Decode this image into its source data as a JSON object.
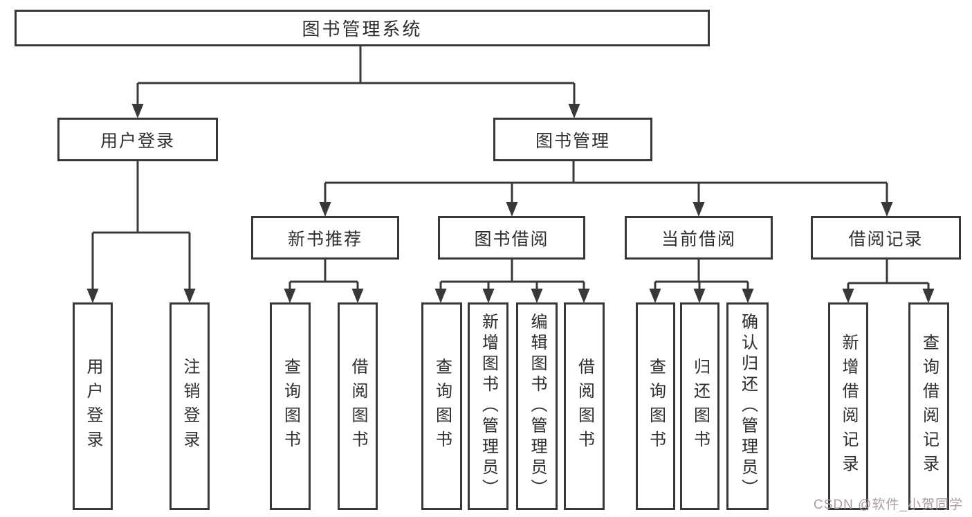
{
  "tree": {
    "label": "图书管理系统",
    "children": [
      {
        "label": "用户登录",
        "children": [
          {
            "label": "用户登录"
          },
          {
            "label": "注销登录"
          }
        ]
      },
      {
        "label": "图书管理",
        "children": [
          {
            "label": "新书推荐",
            "children": [
              {
                "label": "查询图书"
              },
              {
                "label": "借阅图书"
              }
            ]
          },
          {
            "label": "图书借阅",
            "children": [
              {
                "label": "查询图书"
              },
              {
                "label": "新增图书（管理员）"
              },
              {
                "label": "编辑图书（管理员）"
              },
              {
                "label": "借阅图书"
              }
            ]
          },
          {
            "label": "当前借阅",
            "children": [
              {
                "label": "查询图书"
              },
              {
                "label": "归还图书"
              },
              {
                "label": "确认归还（管理员）"
              }
            ]
          },
          {
            "label": "借阅记录",
            "children": [
              {
                "label": "新增借阅记录"
              },
              {
                "label": "查询借阅记录"
              }
            ]
          }
        ]
      }
    ]
  },
  "watermark": {
    "text": "CSDN @软件_小贺同学"
  },
  "colors": {
    "line": "#383838",
    "text": "#2d2d2d",
    "watermark": "#ab9c9c"
  }
}
